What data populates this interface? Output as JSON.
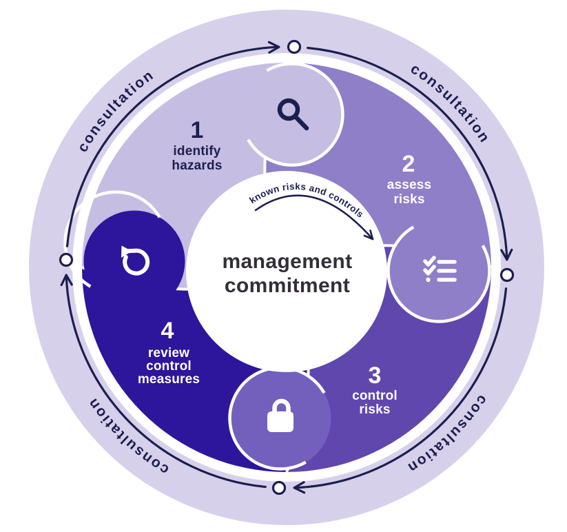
{
  "diagram": {
    "center": {
      "line1": "management",
      "line2": "commitment",
      "arc_label": "known risks and controls"
    },
    "ring_labels": [
      "consultation",
      "consultation",
      "consultation",
      "consultation"
    ],
    "steps": [
      {
        "number": "1",
        "lines": [
          "identify",
          "hazards"
        ],
        "icon": "magnifier"
      },
      {
        "number": "2",
        "lines": [
          "assess",
          "risks"
        ],
        "icon": "checklist"
      },
      {
        "number": "3",
        "lines": [
          "control",
          "risks"
        ],
        "icon": "lock"
      },
      {
        "number": "4",
        "lines": [
          "review",
          "control",
          "measures"
        ],
        "icon": "reset-arrow"
      }
    ],
    "colors": {
      "outer_ring": "#d7d0eb",
      "step1": "#c6bde2",
      "step2": "#8f7ec8",
      "step3": "#6047ae",
      "step3_lobe": "#7360bc",
      "step4": "#2d169c",
      "navy": "#1b1f4f",
      "center_text": "#332e38",
      "white": "#ffffff"
    }
  }
}
